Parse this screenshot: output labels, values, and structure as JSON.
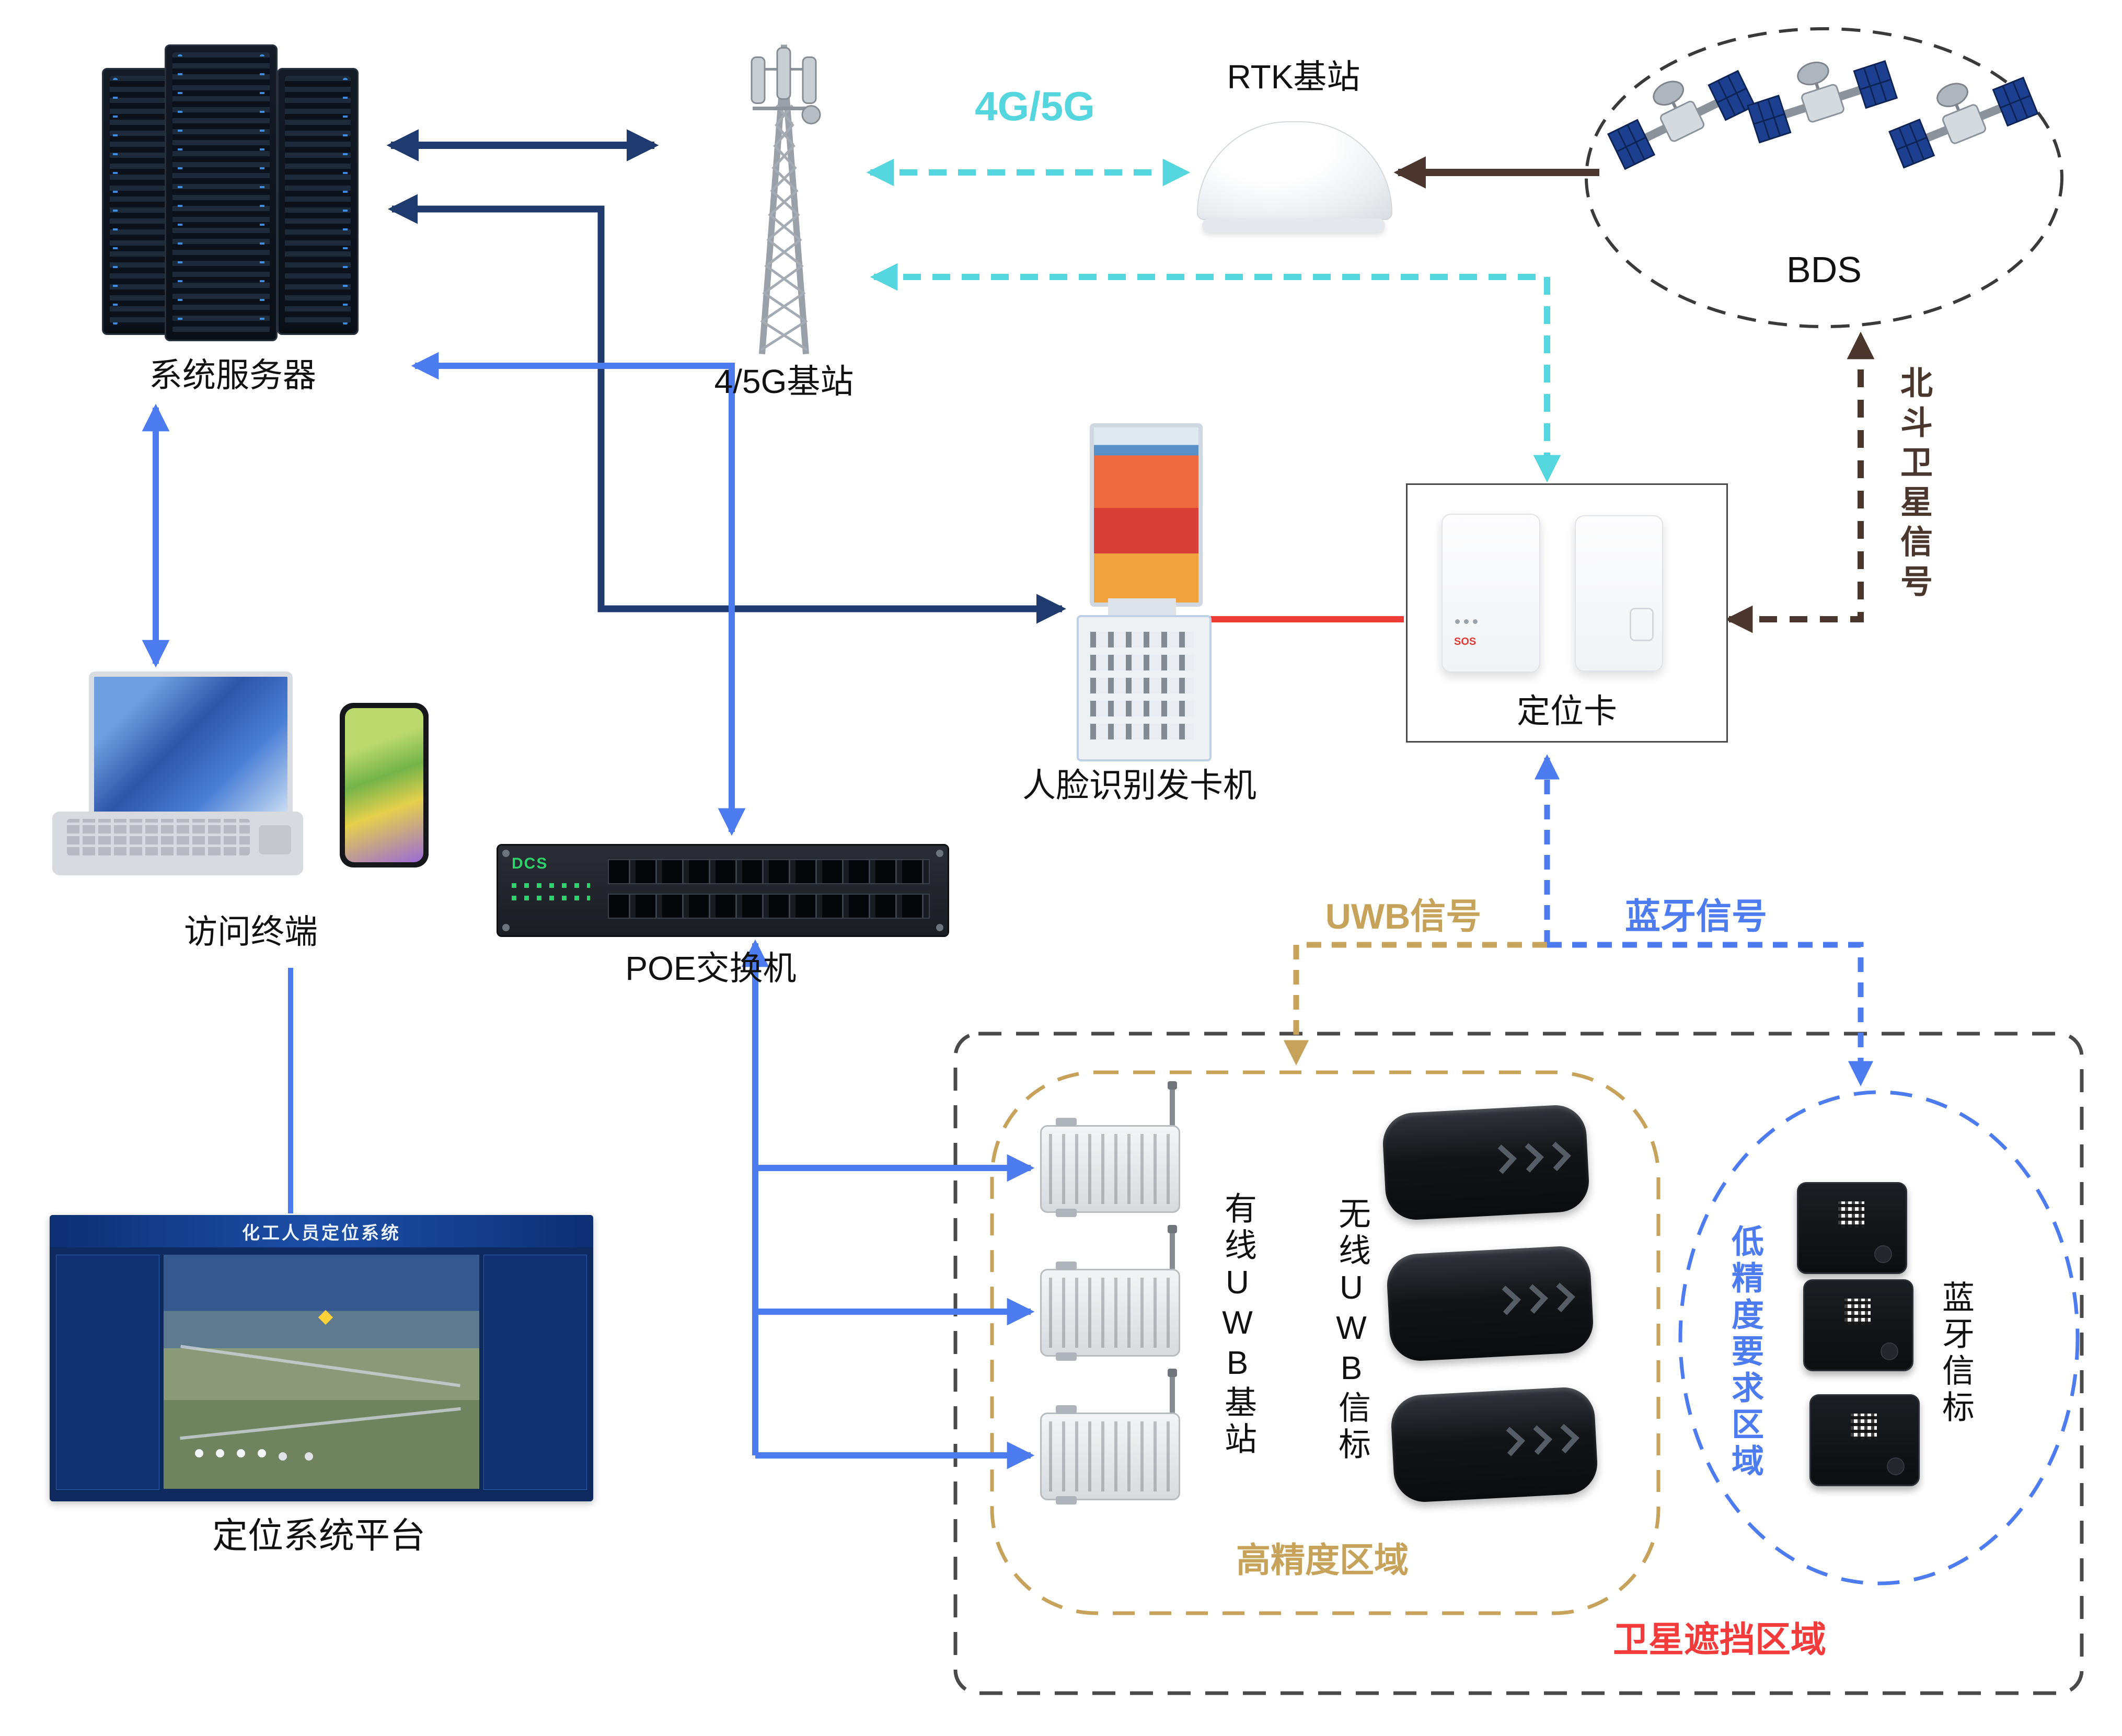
{
  "colors": {
    "navy": "#1E3A6E",
    "blue": "#4D7BF0",
    "cyan": "#55D6DE",
    "brown": "#4A362C",
    "tan": "#C6A25A",
    "red": "#EF3B36",
    "region_gray": "#4A4A4A",
    "occlusion_label_red": "#F43B3B"
  },
  "nodes": {
    "server": {
      "label": "系统服务器"
    },
    "base_station": {
      "label": "4/5G基站"
    },
    "rtk": {
      "label": "RTK基站"
    },
    "bds": {
      "label": "BDS"
    },
    "kiosk": {
      "label": "人脸识别发卡机"
    },
    "locating_card": {
      "label": "定位卡",
      "sos": "SOS"
    },
    "terminal": {
      "label": "访问终端"
    },
    "poe_switch": {
      "label": "POE交换机",
      "logo": "DCS"
    },
    "platform": {
      "label": "定位系统平台",
      "screen_title": "化工人员定位系统"
    },
    "wired_uwb": {
      "label": "有线UWB基站"
    },
    "wireless_uwb": {
      "label": "无线UWB信标"
    },
    "bt_beacon": {
      "label": "蓝牙信标"
    }
  },
  "links": {
    "cellular": {
      "label": "4G/5G"
    },
    "beidou": {
      "label": "北斗卫星信号"
    },
    "uwb": {
      "label": "UWB信号"
    },
    "bluetooth": {
      "label": "蓝牙信号"
    }
  },
  "regions": {
    "high_precision": {
      "label": "高精度区域"
    },
    "low_precision": {
      "label": "低精度要求区域"
    },
    "occlusion": {
      "label": "卫星遮挡区域"
    }
  }
}
